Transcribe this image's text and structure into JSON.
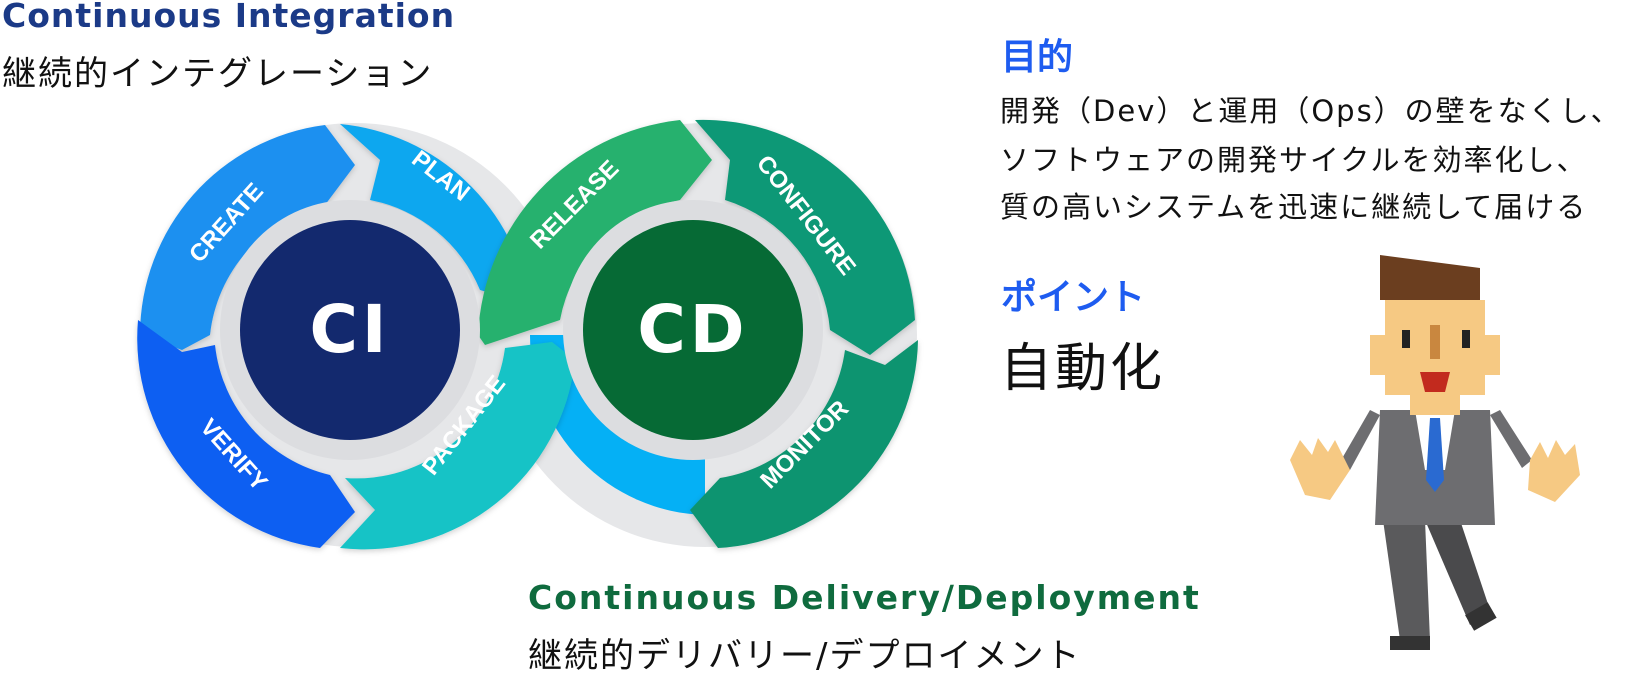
{
  "ci": {
    "title": "Continuous Integration",
    "subtitle": "継続的インテグレーション",
    "center": "CI",
    "stages": [
      "CREATE",
      "PLAN",
      "VERIFY",
      "PACKAGE"
    ]
  },
  "cd": {
    "title": "Continuous Delivery/Deployment",
    "subtitle": "継続的デリバリー/デプロイメント",
    "center": "CD",
    "stages": [
      "RELEASE",
      "CONFIGURE",
      "MONITOR"
    ]
  },
  "purpose": {
    "heading": "目的",
    "lines": [
      "開発（Dev）と運用（Ops）の壁をなくし、",
      "ソフトウェアの開発サイクルを効率化し、",
      "質の高いシステムを迅速に継続して届ける"
    ]
  },
  "point": {
    "heading": "ポイント",
    "value": "自動化"
  },
  "colors": {
    "ci_dark": "#13296e",
    "cd_dark": "#066a35",
    "create": "#1e90f0",
    "plan": "#10a7ef",
    "verify": "#0b5ff2",
    "package": "#17c3c6",
    "release": "#26b16e",
    "configure": "#0f9876",
    "monitor": "#0a9470",
    "heading_blue": "#1e5cf0"
  }
}
